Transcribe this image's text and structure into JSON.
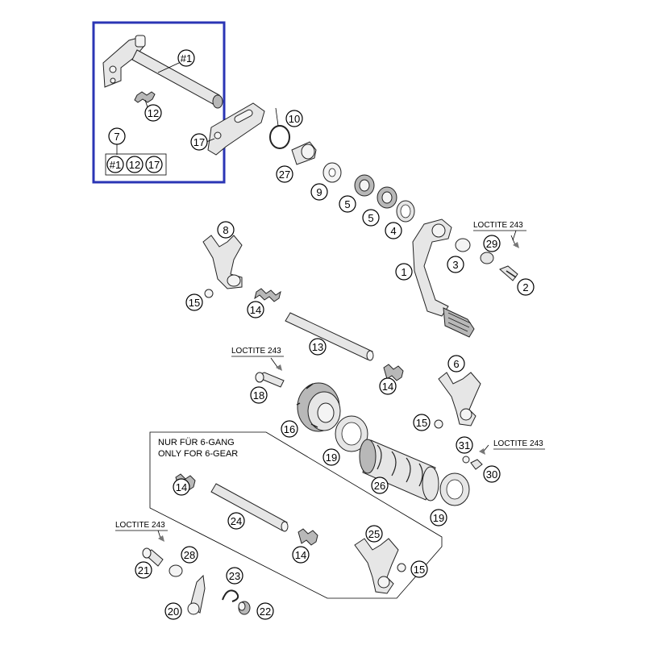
{
  "kit_group": {
    "callout": "7",
    "contents": [
      "#1",
      "12",
      "17"
    ],
    "frame_color": "#2b35b5"
  },
  "callouts": {
    "c_1a": "#1",
    "c_12a": "12",
    "c_17a": "17",
    "c_10": "10",
    "c_27": "27",
    "c_9": "9",
    "c_5a": "5",
    "c_5b": "5",
    "c_4": "4",
    "c_8": "8",
    "c_15a": "15",
    "c_14a": "14",
    "c_1": "1",
    "c_29": "29",
    "c_3": "3",
    "c_2": "2",
    "c_13": "13",
    "c_18": "18",
    "c_14b": "14",
    "c_6": "6",
    "c_16": "16",
    "c_15b": "15",
    "c_19a": "19",
    "c_26": "26",
    "c_31": "31",
    "c_30": "30",
    "c_19b": "19",
    "c_14c": "14",
    "c_24": "24",
    "c_25": "25",
    "c_14d": "14",
    "c_15c": "15",
    "c_21": "21",
    "c_28": "28",
    "c_23": "23",
    "c_20": "20",
    "c_22": "22"
  },
  "loctite": {
    "l1": "LOCTITE 243",
    "l2": "LOCTITE 243",
    "l3": "LOCTITE 243",
    "l4": "LOCTITE 243"
  },
  "note": {
    "line1": "NUR FÜR 6-GANG",
    "line2": "ONLY FOR 6-GEAR"
  }
}
